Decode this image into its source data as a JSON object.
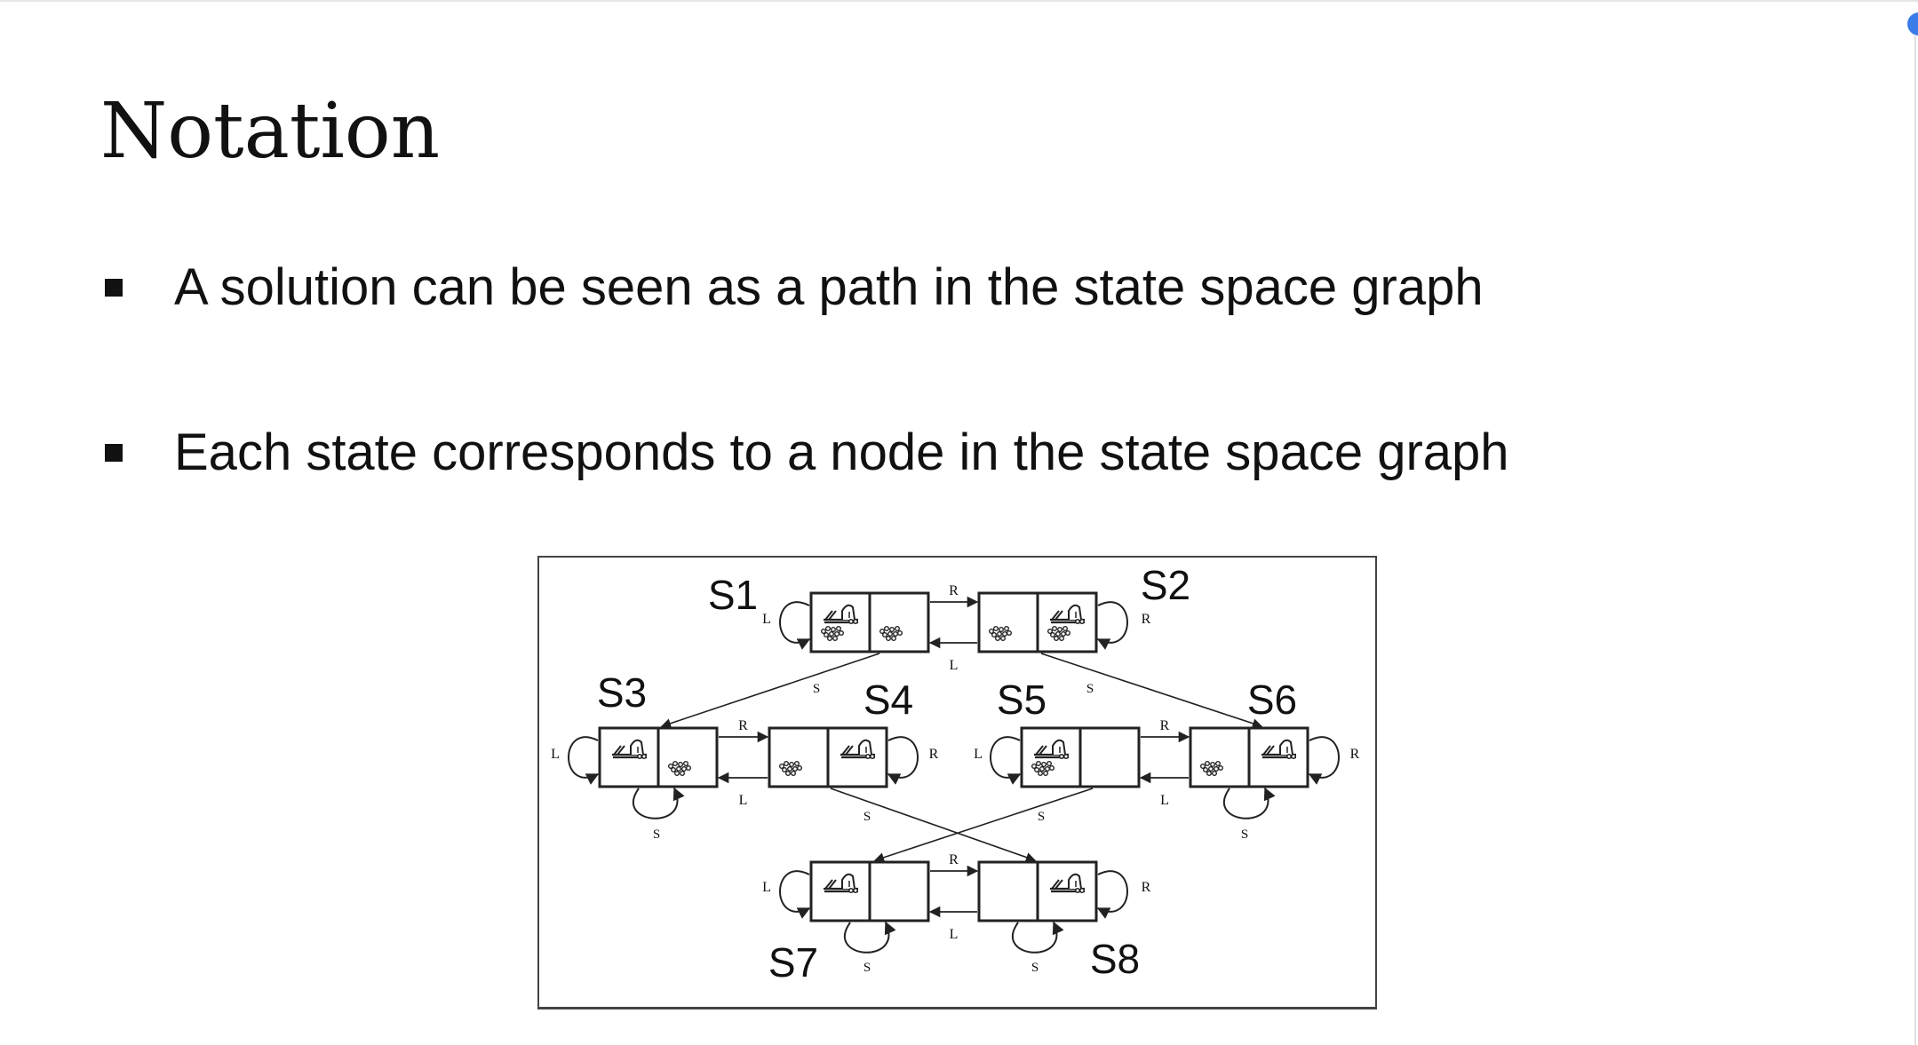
{
  "slide": {
    "title": "Notation",
    "bullets": [
      "A solution can be seen as a path in the state space graph",
      "Each state corresponds to a node in the state space graph"
    ]
  },
  "diagram": {
    "states": [
      {
        "id": "S1",
        "label": "S1"
      },
      {
        "id": "S2",
        "label": "S2"
      },
      {
        "id": "S3",
        "label": "S3"
      },
      {
        "id": "S4",
        "label": "S4"
      },
      {
        "id": "S5",
        "label": "S5"
      },
      {
        "id": "S6",
        "label": "S6"
      },
      {
        "id": "S7",
        "label": "S7"
      },
      {
        "id": "S8",
        "label": "S8"
      }
    ],
    "actions": {
      "left": "L",
      "right": "R",
      "suck": "S"
    }
  }
}
